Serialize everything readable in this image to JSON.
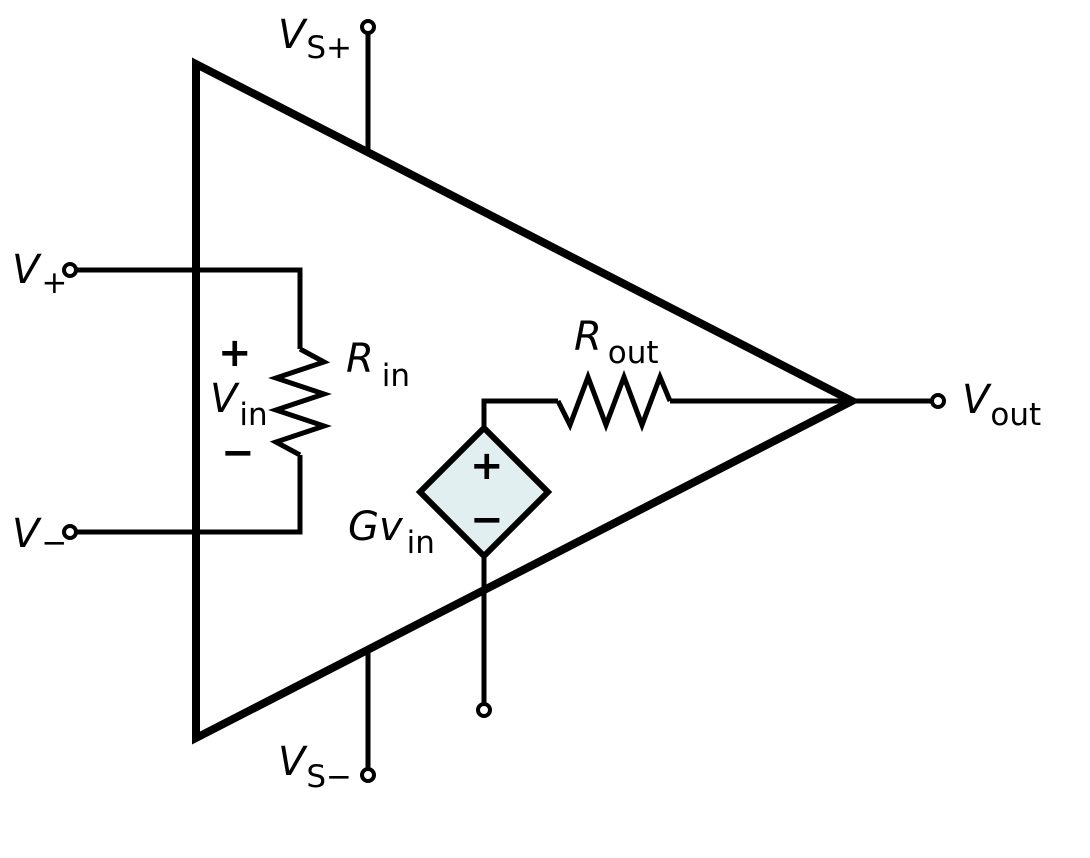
{
  "diagram": {
    "colors": {
      "stroke": "#000000",
      "background": "#ffffff",
      "source_fill": "#e2eff0"
    },
    "labels": {
      "vs_plus": {
        "main": "V",
        "sub": "S+"
      },
      "vs_minus": {
        "main": "V",
        "sub": "S−"
      },
      "v_plus": {
        "main": "V",
        "sub": "+"
      },
      "v_minus": {
        "main": "V",
        "sub": "−"
      },
      "v_in": {
        "main": "V",
        "sub": "in"
      },
      "r_in": {
        "main": "R",
        "sub": "in"
      },
      "r_out": {
        "main": "R",
        "sub": "out"
      },
      "gain": {
        "main": "Gv",
        "sub": "in"
      },
      "v_out": {
        "main": "V",
        "sub": "out"
      }
    },
    "signs": {
      "input_plus": "+",
      "input_minus": "−",
      "source_plus": "+",
      "source_minus": "−"
    }
  }
}
